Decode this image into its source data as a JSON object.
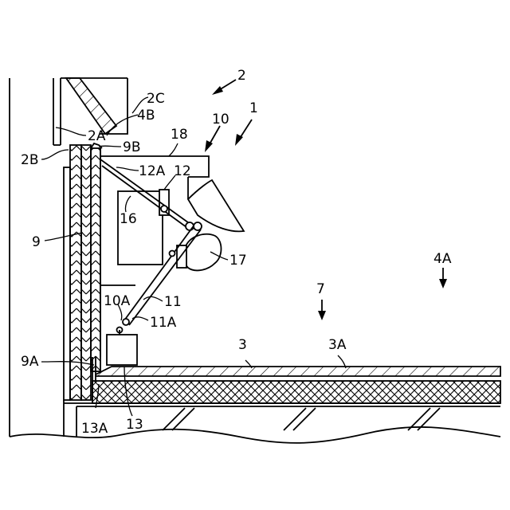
{
  "colors": {
    "line": "#000000",
    "background": "#ffffff"
  },
  "labels": {
    "l_2": "2",
    "l_2C": "2C",
    "l_1": "1",
    "l_10": "10",
    "l_2A": "2A",
    "l_4B": "4B",
    "l_18": "18",
    "l_2B": "2B",
    "l_9B": "9B",
    "l_12A": "12A",
    "l_12": "12",
    "l_16": "16",
    "l_9": "9",
    "l_17": "17",
    "l_4A": "4A",
    "l_7": "7",
    "l_10A": "10A",
    "l_11": "11",
    "l_11A": "11A",
    "l_3": "3",
    "l_3A": "3A",
    "l_9A": "9A",
    "l_13A": "13A",
    "l_13": "13"
  }
}
